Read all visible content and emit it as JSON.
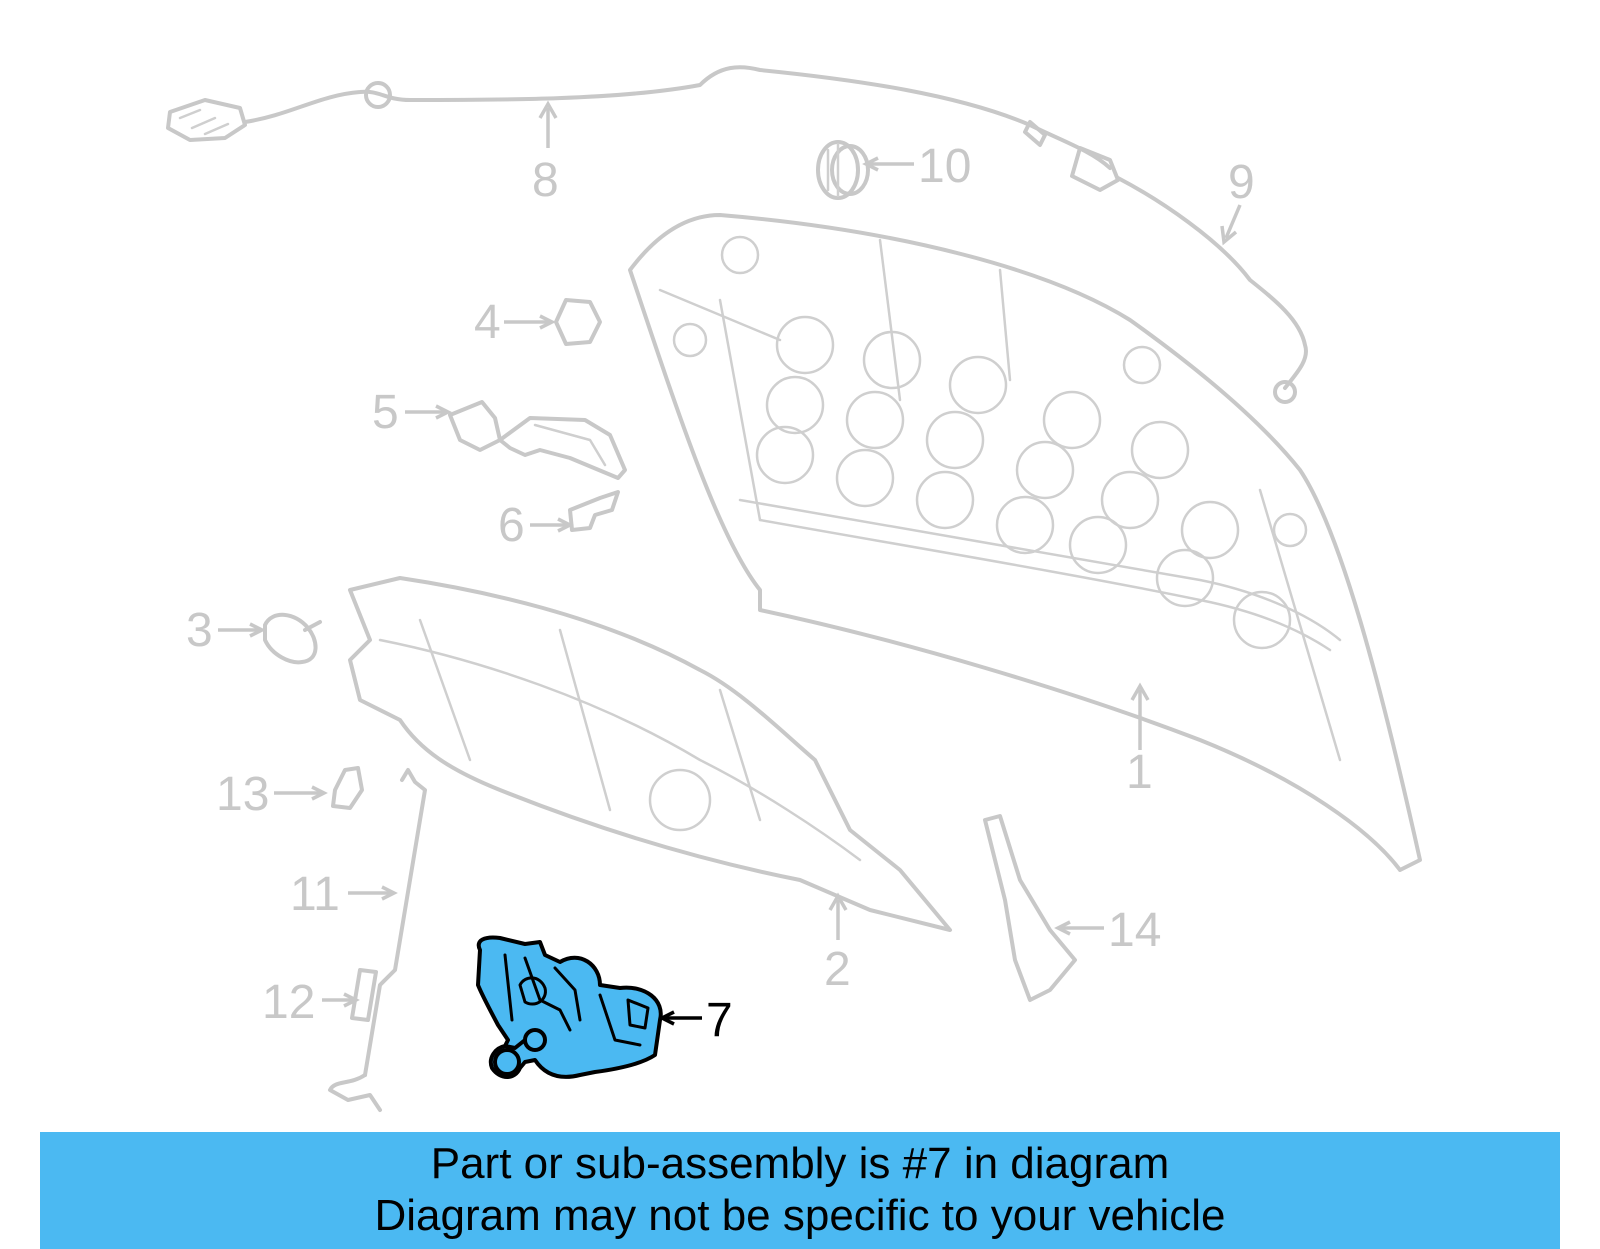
{
  "callouts": {
    "c1": "1",
    "c2": "2",
    "c3": "3",
    "c4": "4",
    "c5": "5",
    "c6": "6",
    "c7": "7",
    "c8": "8",
    "c9": "9",
    "c10": "10",
    "c11": "11",
    "c12": "12",
    "c13": "13",
    "c14": "14"
  },
  "highlighted_part": "7",
  "colors": {
    "highlight": "#4bb9f2",
    "ghost_lines": "#c8c8c8",
    "banner": "#4bb9f2"
  },
  "banner": {
    "line1": "Part or sub-assembly is #7 in diagram",
    "line2": "Diagram may not be specific to your vehicle"
  }
}
